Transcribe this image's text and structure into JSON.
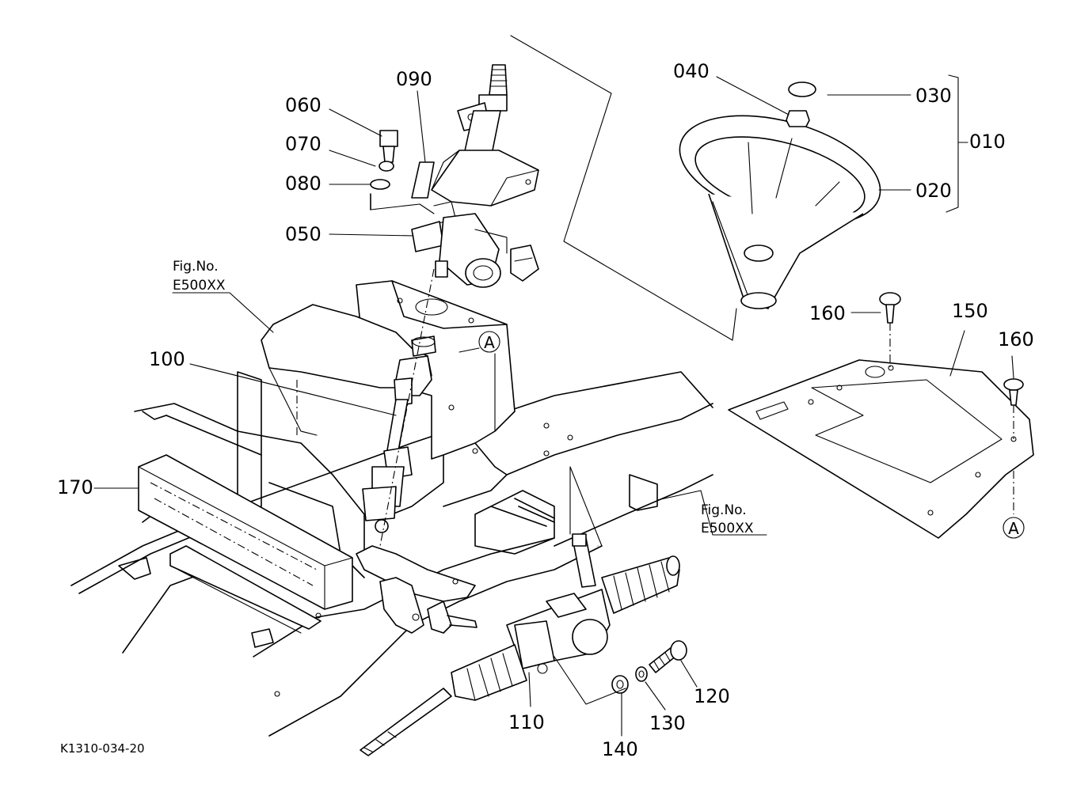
{
  "parts": {
    "p010": "010",
    "p020": "020",
    "p030": "030",
    "p040": "040",
    "p050": "050",
    "p060": "060",
    "p070": "070",
    "p080": "080",
    "p090": "090",
    "p100": "100",
    "p110": "110",
    "p120": "120",
    "p130": "130",
    "p140": "140",
    "p150": "150",
    "p160a": "160",
    "p160b": "160",
    "p170": "170"
  },
  "references": {
    "fig_label": "Fig.No.",
    "fig_code": "E500XX",
    "marker_a": "A"
  },
  "drawing_code": "K1310-034-20"
}
